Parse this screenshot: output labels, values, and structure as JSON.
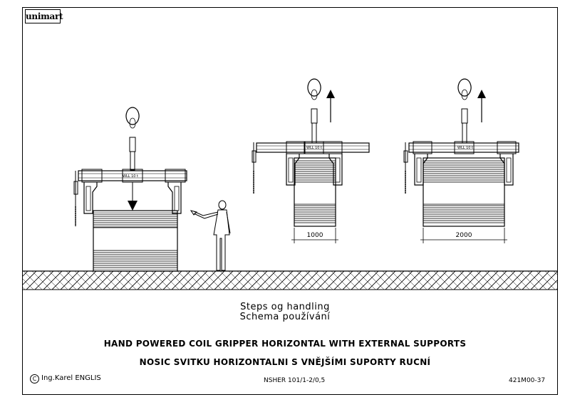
{
  "logo": {
    "text": "unimart"
  },
  "dimensions": {
    "dim_1": "1000",
    "dim_2": "2000"
  },
  "beam_label": "WLL 10 t",
  "caption": {
    "line1": "Steps og handling",
    "line2": "Schema používání"
  },
  "title": {
    "en": "HAND POWERED COIL GRIPPER HORIZONTAL WITH EXTERNAL SUPPORTS",
    "cz": "NOSIC SVITKU HORIZONTALNI S VNĚJŠÍMI SUPORTY RUCNÍ"
  },
  "footer": {
    "copyright_symbol": "C",
    "author": "Ing.Karel ENGLIS",
    "drawing_code": "NSHER 101/1-2/0,5",
    "drawing_number": "421M00-37"
  },
  "colors": {
    "line": "#000000",
    "background": "#ffffff"
  }
}
